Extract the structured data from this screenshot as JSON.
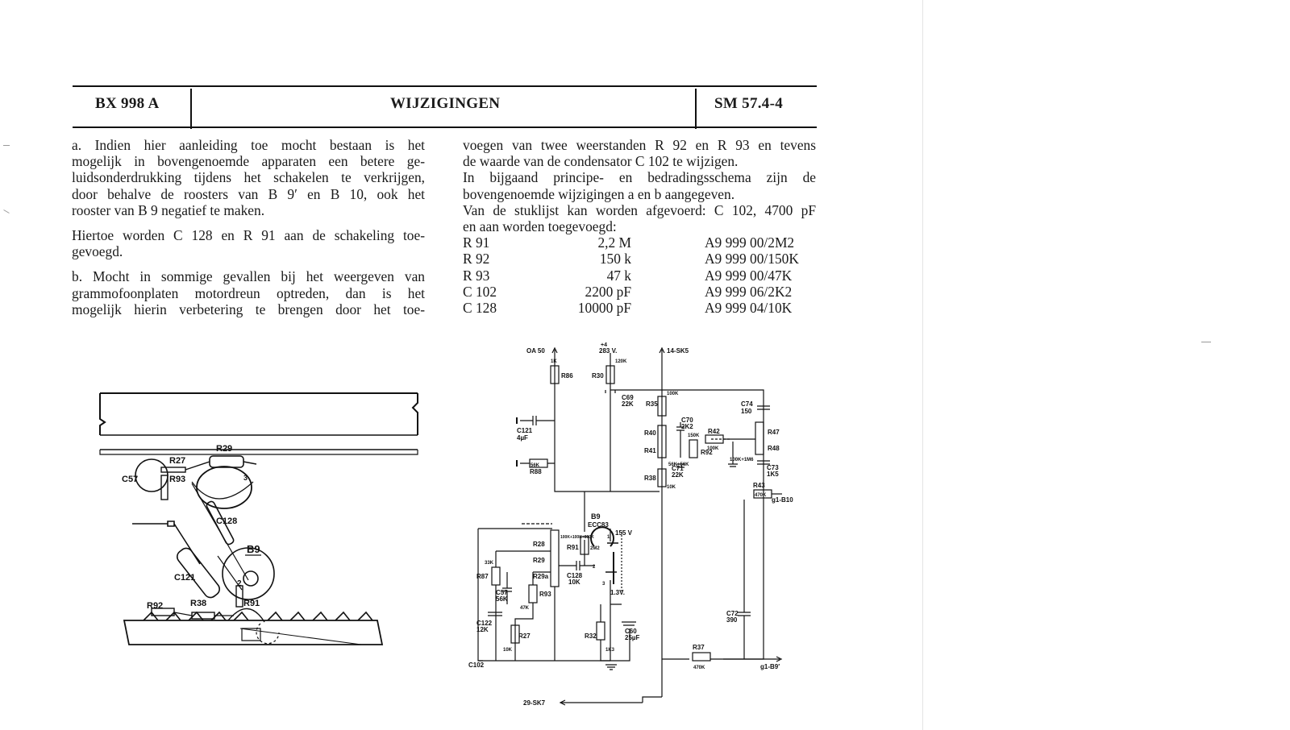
{
  "header": {
    "left": "BX 998 A",
    "center": "WIJZIGINGEN",
    "right": "SM 57.4-4"
  },
  "left_column": {
    "para_a_lines": [
      "a.  Indien hier aanleiding toe mocht bestaan is het",
      "mogelijk in bovengenoemde apparaten een betere ge-",
      "luidsonderdrukking tijdens het schakelen te verkrijgen,",
      "door behalve de roosters van B 9′ en B 10, ook het",
      "rooster van B 9 negatief te maken."
    ],
    "para_hiertoe_lines": [
      "Hiertoe worden C 128 en R 91 aan de schakeling toe-",
      "gevoegd."
    ],
    "para_b_lines": [
      "b.  Mocht in sommige gevallen bij het weergeven van",
      "grammofoonplaten motordreun optreden, dan is het",
      "mogelijk hierin verbetering te brengen door het toe-"
    ]
  },
  "right_column": {
    "lines": [
      "voegen van twee weerstanden R 92 en R 93 en tevens",
      "de waarde van de condensator C 102 te wijzigen.",
      "In bijgaand principe- en bedradingsschema zijn de",
      "bovengenoemde wijzigingen a en b aangegeven.",
      "Van de stuklijst kan worden afgevoerd: C 102, 4700 pF",
      "en aan worden toegevoegd:"
    ],
    "parts": [
      {
        "ref": "R  91",
        "value": "2,2  M",
        "code": "A9  999  00/2M2"
      },
      {
        "ref": "R  92",
        "value": "150  k",
        "code": "A9  999  00/150K"
      },
      {
        "ref": "R  93",
        "value": "47  k",
        "code": "A9  999  00/47K"
      },
      {
        "ref": "C 102",
        "value": "2200  pF",
        "code": "A9  999  06/2K2"
      },
      {
        "ref": "C 128",
        "value": "10000  pF",
        "code": "A9  999  04/10K"
      }
    ]
  },
  "wiring_labels": {
    "r29": "R29",
    "r27": "R27",
    "c57": "C57",
    "r93": "R93",
    "pin3": "3",
    "pin2": "2",
    "c128": "C128",
    "b9": "B9",
    "c121": "C121",
    "r92": "R92",
    "r38": "R38",
    "r91": "R91"
  },
  "schematic_labels": {
    "oa50": "OA 50",
    "v283": "283 V.",
    "sk5": "14-SK5",
    "plus": "+4",
    "r86": "R86",
    "r86v": "1K",
    "r30": "R30",
    "r30v": "120K",
    "c69": "C69",
    "c69v": "22K",
    "r35": "R35",
    "r35v": "100K",
    "c70": "C70",
    "c70v": "2K2",
    "r42": "R42",
    "r42v": "100K",
    "c74": "C74",
    "c74v": "150",
    "r47": "R47",
    "r48": "R48",
    "r47v": "100K+1M6",
    "c121": "C121",
    "c121v": "4µF",
    "r40": "R40",
    "r41": "R41",
    "r40v": "56K+56K",
    "r92": "R92",
    "r92v": "150K",
    "c73": "C73",
    "c73v": "1K5",
    "r88": "R88",
    "r88v": "56K",
    "c71": "C71",
    "c71v": "22K",
    "r38": "R38",
    "r38v": "10K",
    "r43": "R43",
    "r43v": "470K",
    "gb10": "g1-B10",
    "b9": "B9",
    "ecc83": "ECC83",
    "v155": "155 V",
    "r28": "R28",
    "r29": "R29",
    "r29a": "R29a",
    "r28v": "100K+100K+800K",
    "r91": "R91",
    "r91v": "2M2",
    "r87": "R87",
    "r87v": "33K",
    "c57": "C57",
    "c57v": "56K",
    "r93": "R93",
    "r93v": "47K",
    "c128": "C128",
    "c128v": "10K",
    "v13": "1.3V.",
    "c122": "C122",
    "c122v": "12K",
    "r27": "R27",
    "r27v": "10K",
    "r32": "R32",
    "r32v": "1K3",
    "c60": "C60",
    "c60v": "25µF",
    "c72": "C72",
    "c72v": "390",
    "r37": "R37",
    "r37v": "470K",
    "gb9": "g1-B9′",
    "c102": "C102",
    "sk7": "29-SK7",
    "p1": "1",
    "p2": "2",
    "p3": "3"
  }
}
